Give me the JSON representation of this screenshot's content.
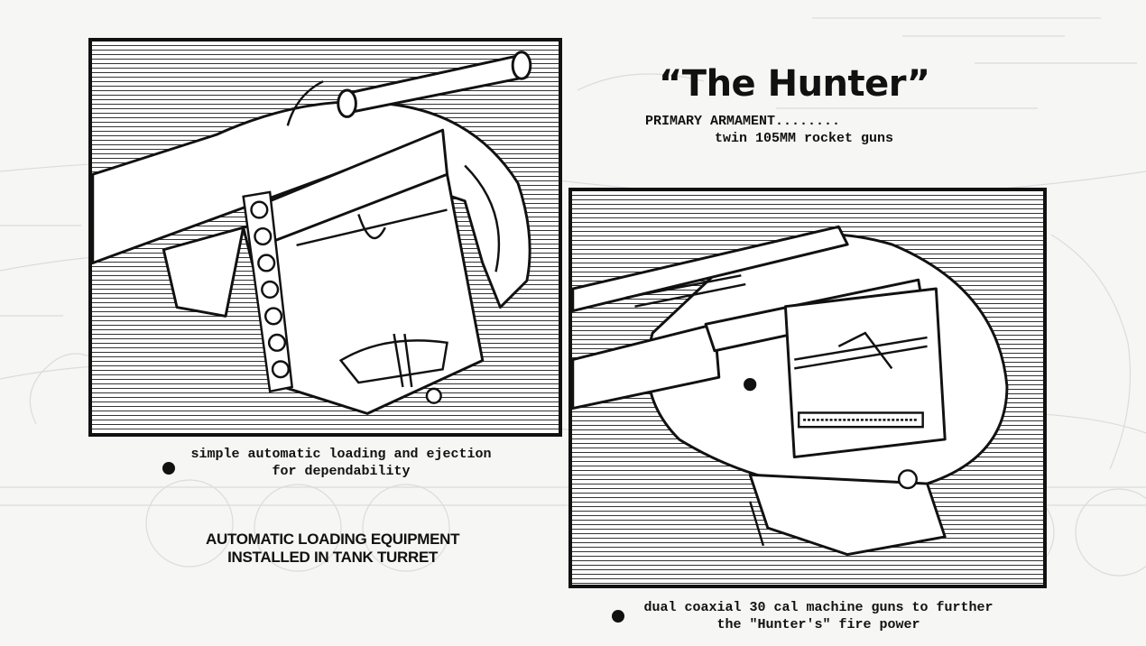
{
  "document": {
    "title": "“The Hunter”",
    "armament": {
      "label": "PRIMARY ARMAMENT........",
      "value": "twin 105MM rocket guns"
    },
    "captions": {
      "left_line1": "simple automatic loading and ejection",
      "left_line2": "for dependability",
      "right_line1": "dual coaxial 30 cal machine guns to further",
      "right_line2": "the \"Hunter's\" fire power"
    },
    "heading": {
      "line1": "AUTOMATIC LOADING EQUIPMENT",
      "line2": "INSTALLED IN TANK TURRET"
    }
  },
  "colors": {
    "ink": "#111111",
    "paper": "#f6f6f4",
    "blueprint": "#8a99a8"
  }
}
